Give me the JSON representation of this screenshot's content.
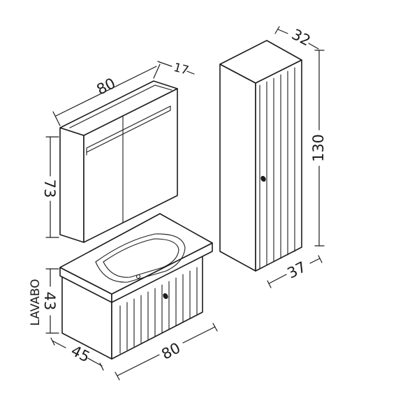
{
  "mirror_cabinet": {
    "width": "80",
    "depth": "17",
    "height": "73"
  },
  "tall_cabinet": {
    "depth": "32",
    "height": "130",
    "width": "37"
  },
  "vanity": {
    "label": "LAVABO",
    "height": "43",
    "depth": "45",
    "width": "80"
  }
}
